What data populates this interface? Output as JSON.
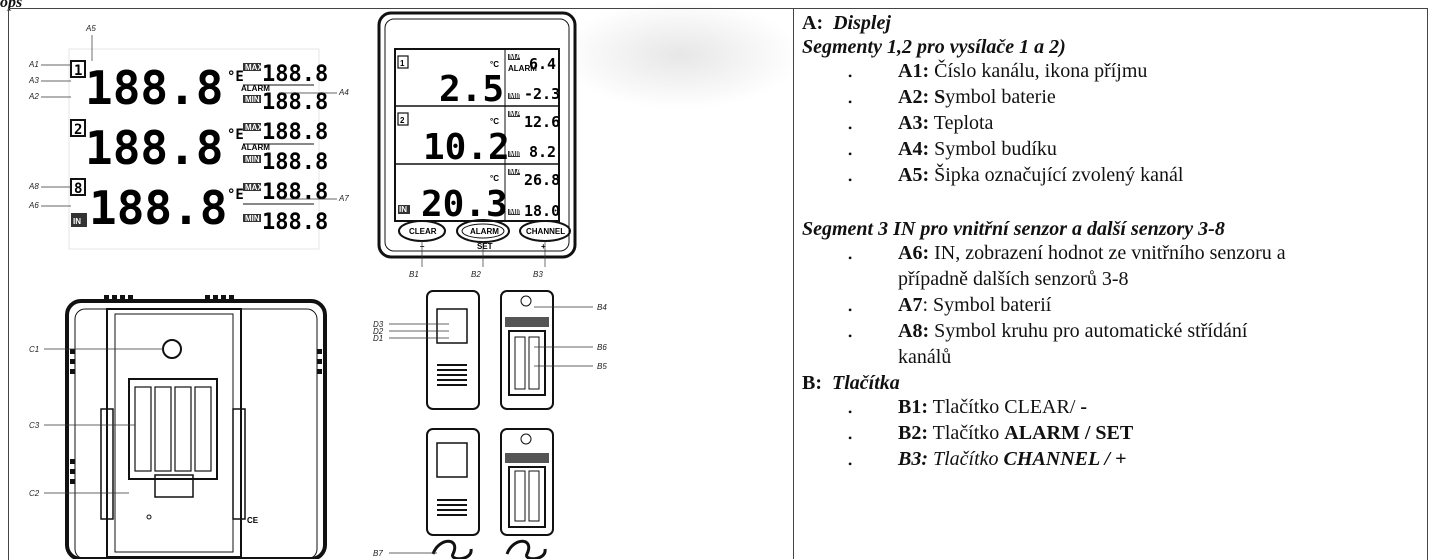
{
  "page": {
    "top_label": "ops"
  },
  "figure": {
    "callouts": {
      "a1": "A1",
      "a2": "A2",
      "a3": "A3",
      "a4": "A4",
      "a5": "A5",
      "a6": "A6",
      "a7": "A7",
      "a8": "A8",
      "b1": "B1",
      "b2": "B2",
      "b3": "B3",
      "b4": "B4",
      "b5": "B5",
      "b6": "B6",
      "b7": "B7",
      "c1": "C1",
      "c2": "C2",
      "c3": "C3",
      "d1": "D1",
      "d2": "D2",
      "d3": "D3"
    },
    "lcd": {
      "digits": "188.8",
      "unit": "°E",
      "small": "188.8",
      "max": "MAX",
      "min": "MIN",
      "alarm": "ALARM",
      "in": "IN",
      "ch1": "1",
      "ch2": "2",
      "ch3": "8"
    },
    "station": {
      "row1": {
        "ch": "1",
        "temp": "2.5",
        "max": "6.4",
        "min": "-2.3"
      },
      "row2": {
        "ch": "2",
        "temp": "10.2",
        "max": "12.6",
        "min": "8.2"
      },
      "row3": {
        "ch": "IN",
        "temp": "20.3",
        "max": "26.8",
        "min": "18.0"
      },
      "unit": "°C",
      "max": "MAX",
      "min": "MIN",
      "alarm": "ALARM",
      "btn_clear": "CLEAR",
      "btn_alarm": "ALARM",
      "btn_channel": "CHANNEL",
      "minus": "–",
      "set": "SET",
      "plus": "+"
    },
    "ce": "CE"
  },
  "text": {
    "a_label": "A:",
    "a_title": "Displej",
    "seg12_title": "Segmenty 1,2  pro vysílače 1 a 2)",
    "a1_key": "A1:",
    "a1_val": " Číslo kanálu, ikona příjmu",
    "a2_key": "A2: S",
    "a2_val": "ymbol baterie",
    "a3_key": "A3:",
    "a3_val": " Teplota",
    "a4_key": "A4:",
    "a4_val": " Symbol budíku",
    "a5_key": "A5:",
    "a5_val": " Šipka označující zvolený kanál",
    "seg3_title": "Segment 3 IN pro vnitřní senzor a další senzory 3-8",
    "a6_key": "A6:",
    "a6_val": " IN, zobrazení hodnot ze vnitřního senzoru a",
    "a6_val2": "případně dalších senzorů 3-8",
    "a7_key": "A7",
    "a7_val": ": Symbol baterií",
    "a8_key": "A8:",
    "a8_val": " Symbol kruhu pro automatické střídání",
    "a8_val2": "kanálů",
    "b_label": "B:",
    "b_title": "Tlačítka",
    "b1_key": "B1:",
    "b1_val": " Tlačítko CLEAR/ ",
    "b1_tail": "-",
    "b2_key": "B2:",
    "b2_val": " Tlačítko ",
    "b2_tail": "ALARM / SET",
    "b3_key": "B3:",
    "b3_val": " Tlačítko ",
    "b3_tail": "CHANNEL / +",
    "bullet": "•"
  }
}
